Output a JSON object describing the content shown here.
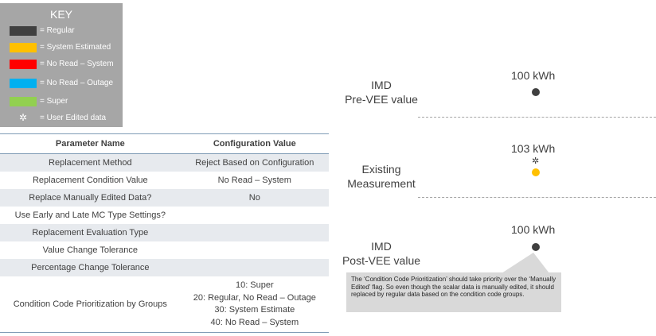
{
  "key": {
    "title": "KEY",
    "items": [
      {
        "label": "= Regular",
        "color": "#404040"
      },
      {
        "label": "= System Estimated",
        "color": "#ffc000"
      },
      {
        "label": "= No Read – System",
        "color": "#ff0000"
      },
      {
        "label": "= No Read – Outage",
        "color": "#00b0f0"
      },
      {
        "label": "= Super",
        "color": "#92d050"
      }
    ],
    "user_edited": {
      "label": "= User Edited data",
      "icon": "gear-icon"
    }
  },
  "table": {
    "headers": [
      "Parameter Name",
      "Configuration Value"
    ],
    "rows": [
      {
        "name": "Replacement Method",
        "value": "Reject Based on Configuration"
      },
      {
        "name": "Replacement Condition Value",
        "value": "No Read – System"
      },
      {
        "name": "Replace Manually Edited Data?",
        "value": "No"
      },
      {
        "name": "Use Early and Late MC Type Settings?",
        "value": ""
      },
      {
        "name": "Replacement Evaluation Type",
        "value": ""
      },
      {
        "name": "Value Change Tolerance",
        "value": ""
      },
      {
        "name": "Percentage Change Tolerance",
        "value": ""
      }
    ],
    "last_row": {
      "name": "Condition Code Prioritization by Groups",
      "values": [
        "10: Super",
        "20: Regular, No Read – Outage",
        "30: System Estimate",
        "40: No Read – System"
      ]
    }
  },
  "diagram": {
    "pre": {
      "label_line1": "IMD",
      "label_line2": "Pre-VEE value",
      "value": "100 kWh",
      "color": "#404040"
    },
    "existing": {
      "label_line1": "Existing",
      "label_line2": "Measurement",
      "value": "103 kWh",
      "color": "#ffc000",
      "icon": "gear-icon"
    },
    "post": {
      "label_line1": "IMD",
      "label_line2": "Post-VEE value",
      "value": "100 kWh",
      "color": "#404040"
    },
    "callout": "The ‘Condition Code Prioritization’ should take priority over the ‘Manually Edited’ flag.  So even though the scalar data is manually edited, it should replaced by regular data based on the condition code groups."
  }
}
